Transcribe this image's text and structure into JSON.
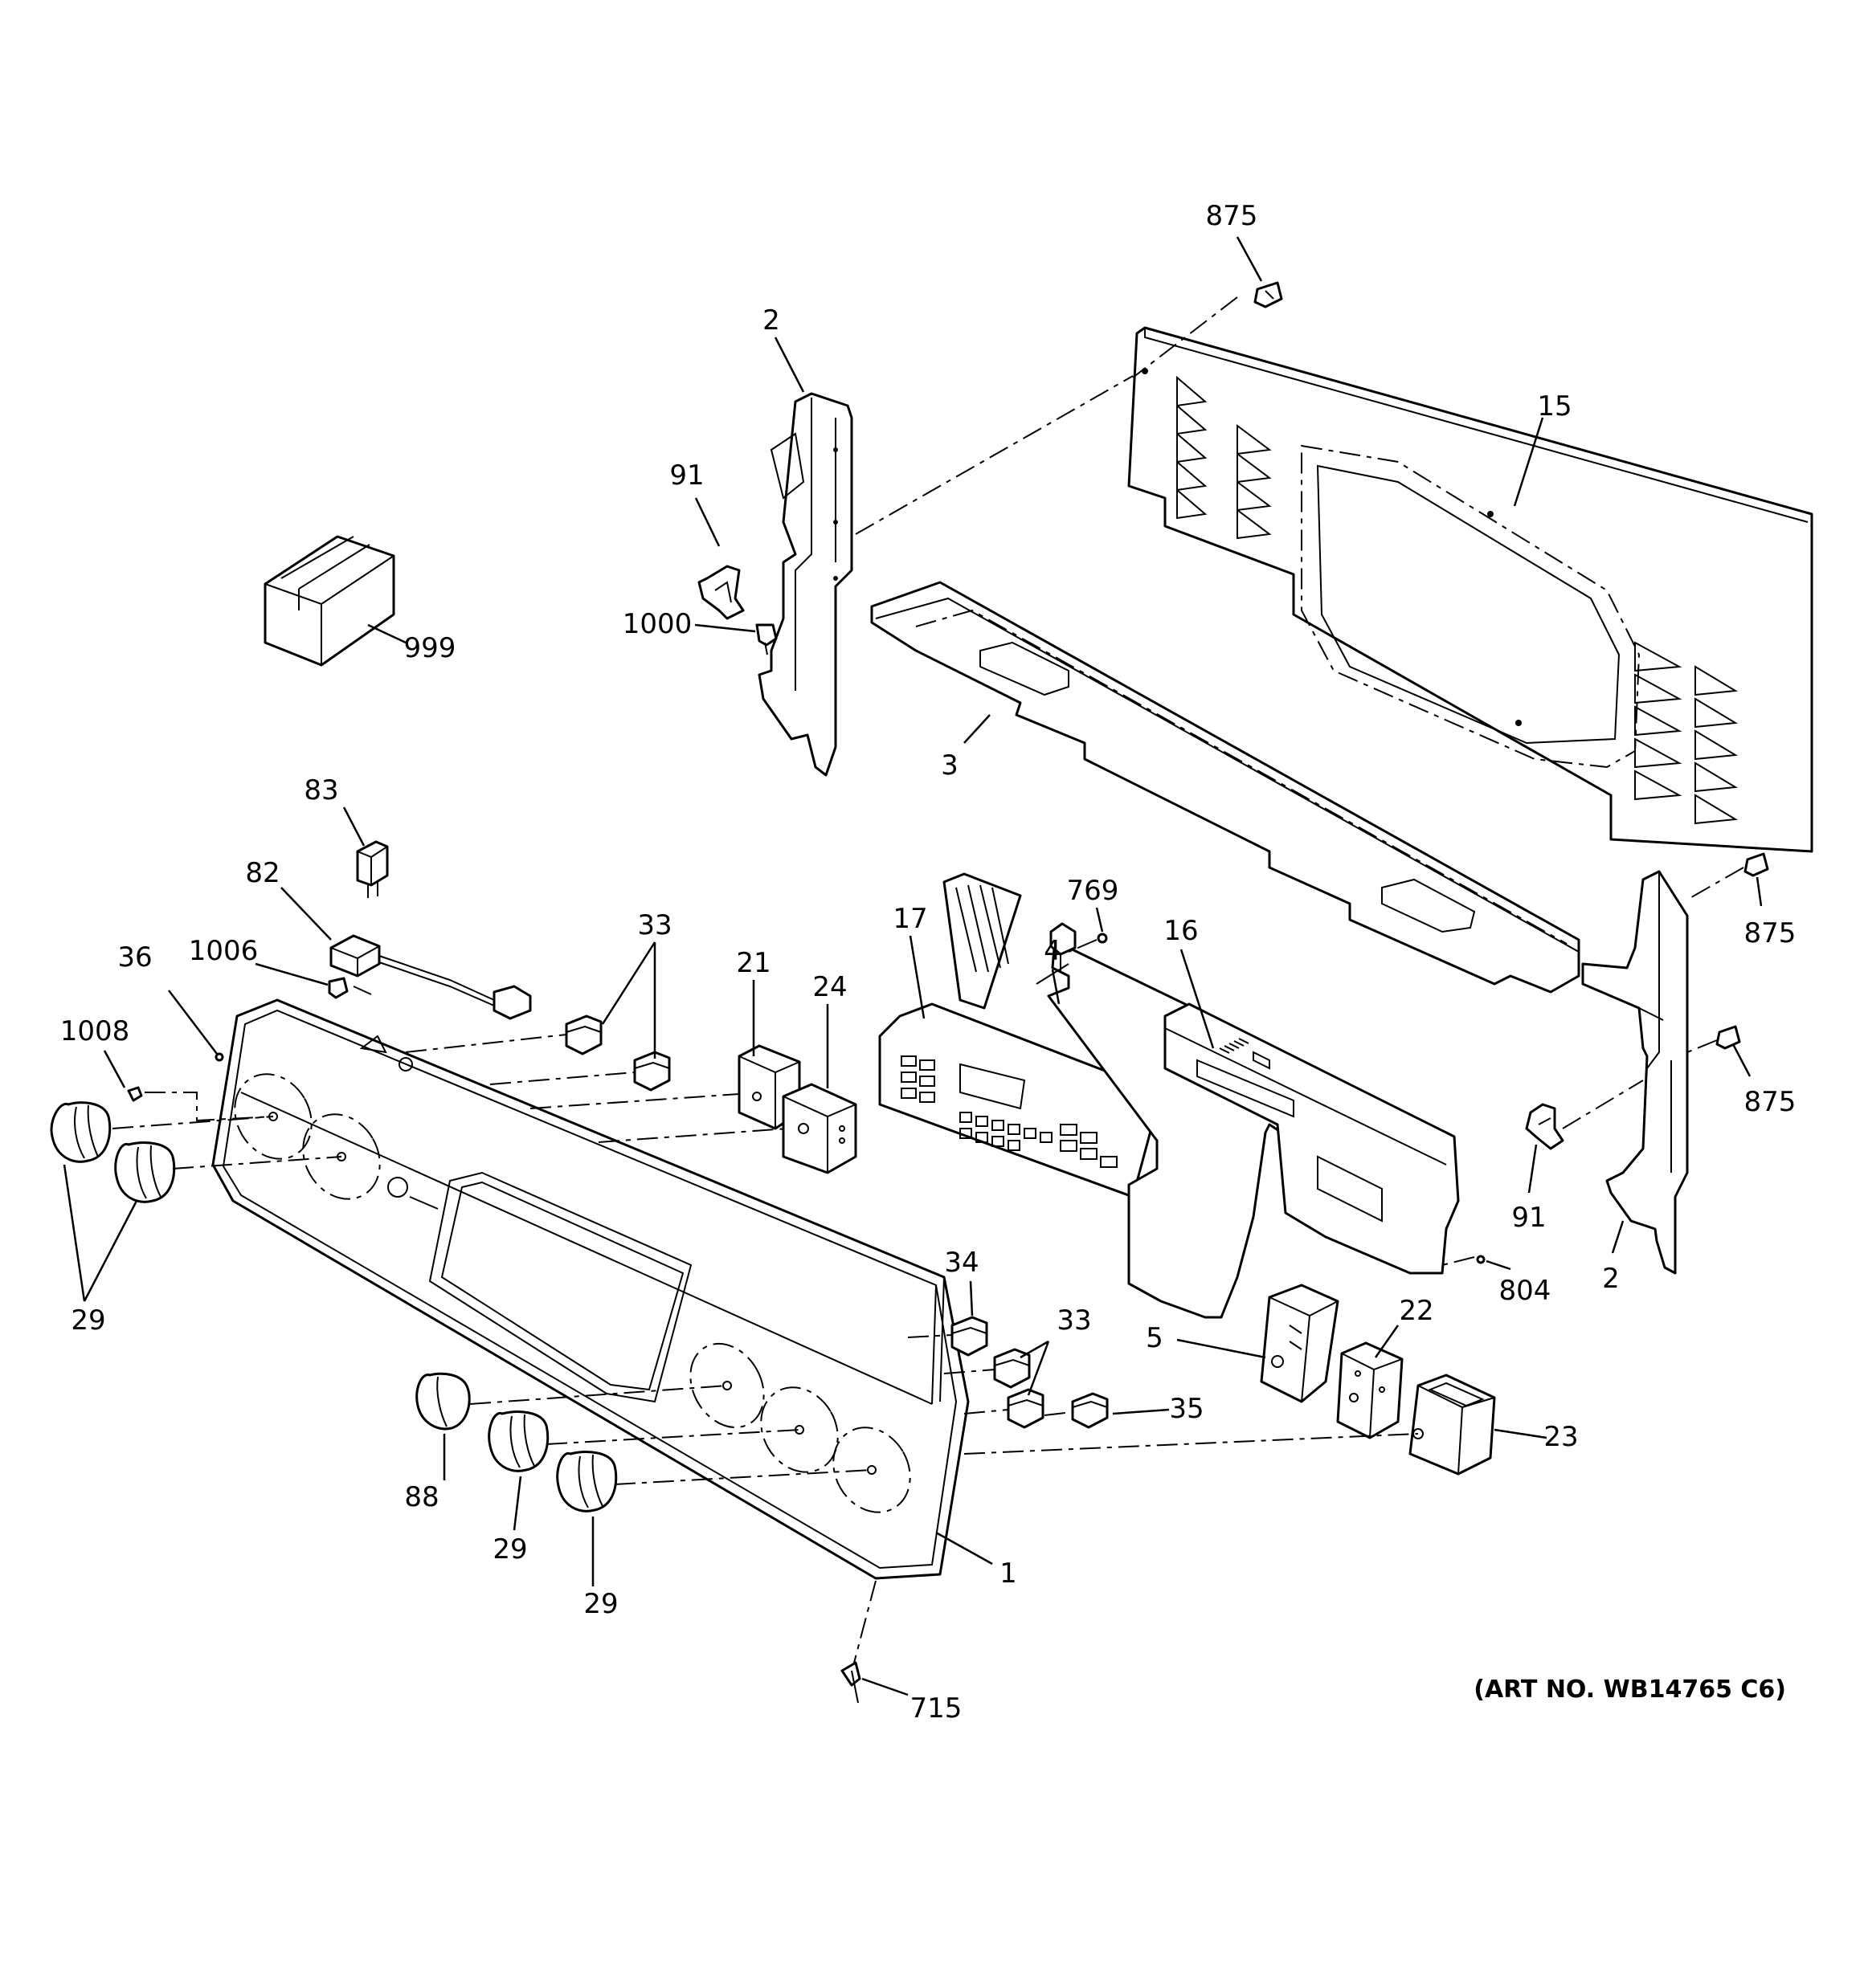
{
  "labels": {
    "l875a": "875",
    "l2a": "2",
    "l91a": "91",
    "l1000": "1000",
    "l999": "999",
    "l15": "15",
    "l3": "3",
    "l83": "83",
    "l82": "82",
    "l1006": "1006",
    "l36": "36",
    "l1008": "1008",
    "l33a": "33",
    "l21": "21",
    "l24": "24",
    "l17": "17",
    "l4": "4",
    "l769": "769",
    "l16": "16",
    "l875b": "875",
    "l875c": "875",
    "l91b": "91",
    "l2b": "2",
    "l804": "804",
    "l29a": "29",
    "l34": "34",
    "l33b": "33",
    "l5": "5",
    "l22": "22",
    "l35": "35",
    "l23": "23",
    "l88": "88",
    "l29b": "29",
    "l29c": "29",
    "l1": "1",
    "l715": "715"
  },
  "art_number": "(ART NO. WB14765 C6)"
}
